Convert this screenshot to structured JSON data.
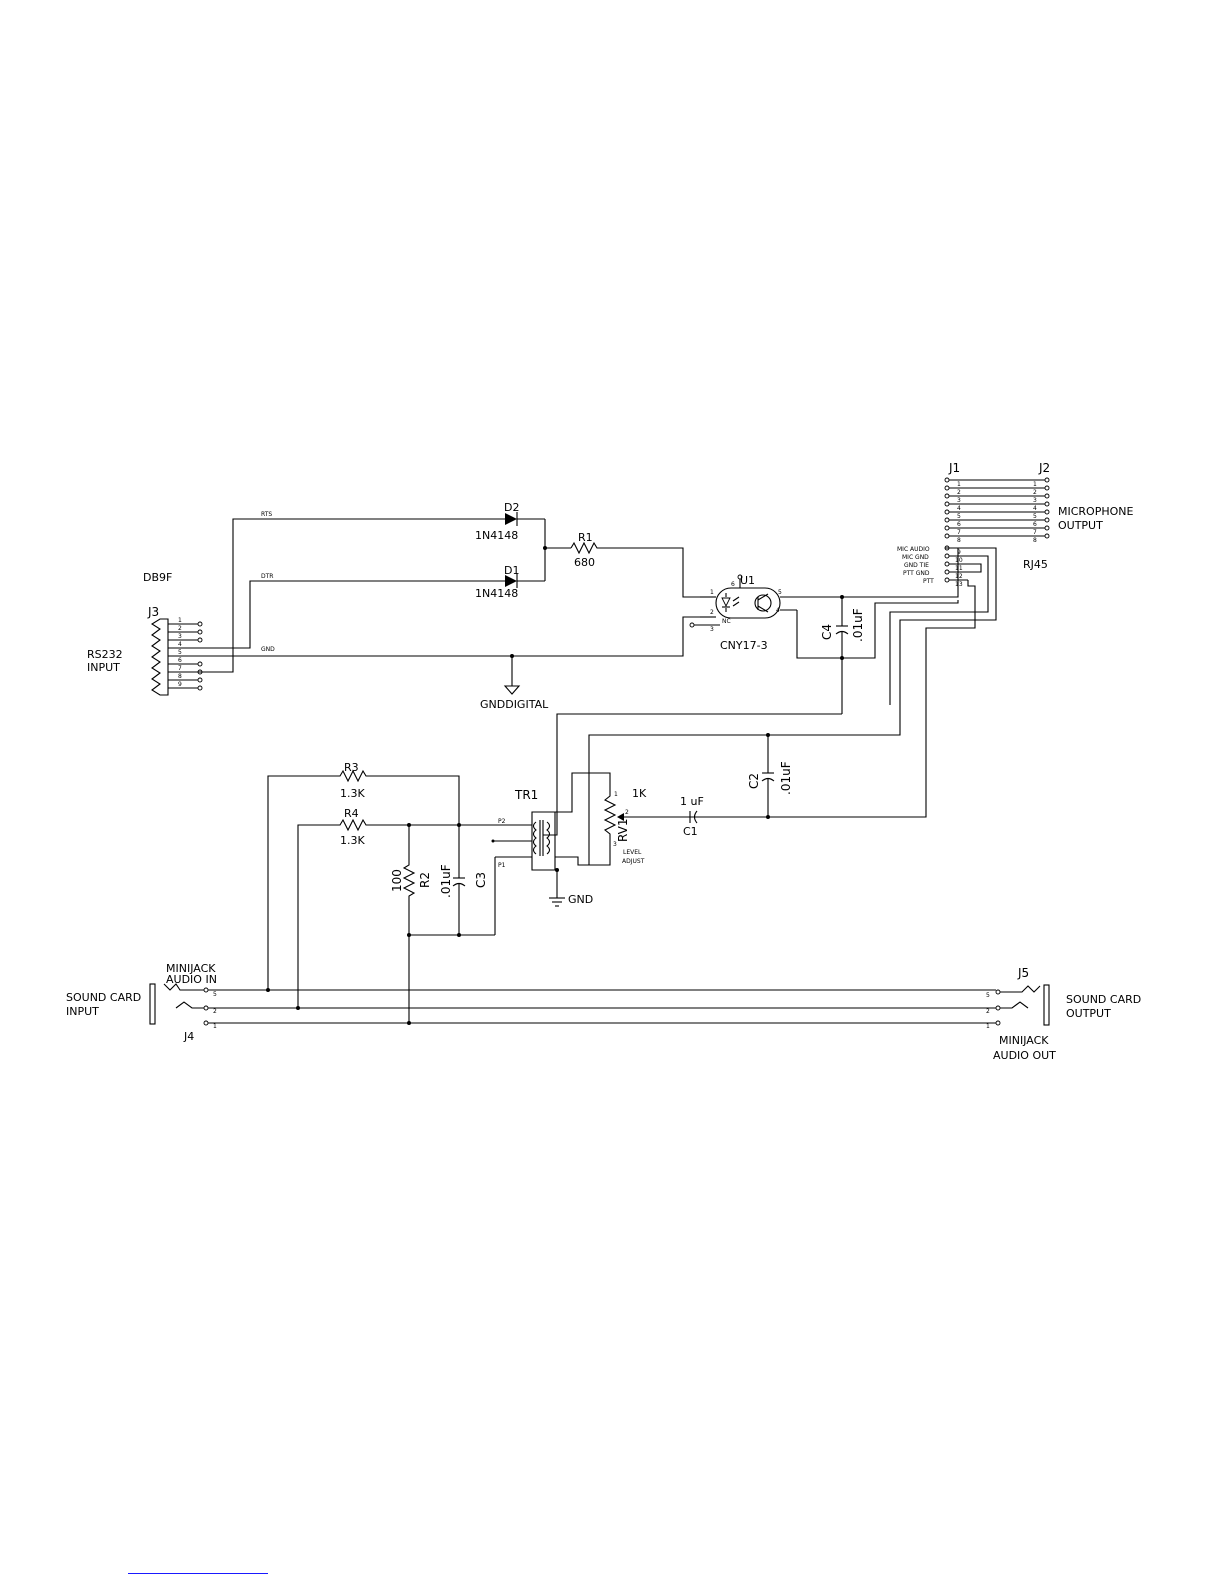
{
  "schematic": {
    "rs232": {
      "connector_type": "DB9F",
      "ref": "J3",
      "label_line1": "RS232",
      "label_line2": "INPUT",
      "pins": [
        "1",
        "2",
        "3",
        "4",
        "5",
        "6",
        "7",
        "8",
        "9"
      ],
      "signals": {
        "rts": "RTS",
        "dtr": "DTR",
        "gnd": "GND"
      }
    },
    "diodes": [
      {
        "ref": "D2",
        "value": "1N4148"
      },
      {
        "ref": "D1",
        "value": "1N4148"
      }
    ],
    "r1": {
      "ref": "R1",
      "value": "680"
    },
    "optocoupler": {
      "ref": "U1",
      "part": "CNY17-3",
      "pins": {
        "p1": "1",
        "p2": "2",
        "p3": "3",
        "p4": "4",
        "p5": "5",
        "p6": "6"
      },
      "nc": "NC"
    },
    "c4": {
      "ref": "C4",
      "value": ".01uF"
    },
    "gnd_digital": "GNDDIGITAL",
    "j1": {
      "ref": "J1"
    },
    "j2": {
      "ref": "J2"
    },
    "rj45_pins": [
      "1",
      "2",
      "3",
      "4",
      "5",
      "6",
      "7",
      "8"
    ],
    "j1_extra_pins": [
      "9",
      "10",
      "11",
      "12",
      "13"
    ],
    "mic_labels": [
      "MIC AUDIO",
      "MIC GND",
      "GND TIE",
      "PTT GND",
      "PTT"
    ],
    "mic_output_line1": "MICROPHONE",
    "mic_output_line2": "OUTPUT",
    "rj45_label": "RJ45",
    "r3": {
      "ref": "R3",
      "value": "1.3K"
    },
    "r4": {
      "ref": "R4",
      "value": "1.3K"
    },
    "r2": {
      "ref": "R2",
      "value": "100"
    },
    "c3": {
      "ref": "C3",
      "value": ".01uF"
    },
    "tr1": {
      "ref": "TR1",
      "p1": "P1",
      "p2": "P2"
    },
    "gnd": "GND",
    "rv1": {
      "ref": "RV1",
      "value": "1K",
      "pin1": "1",
      "pin2": "2",
      "pin3": "3",
      "label_line1": "LEVEL",
      "label_line2": "ADJUST"
    },
    "c1": {
      "ref": "C1",
      "value": "1 uF"
    },
    "c2": {
      "ref": "C2",
      "value": ".01uF"
    },
    "j4": {
      "ref": "J4",
      "top_line1": "MINIJACK",
      "top_line2": "AUDIO IN",
      "side_line1": "SOUND CARD",
      "side_line2": "INPUT",
      "pins": [
        "5",
        "2",
        "1"
      ]
    },
    "j5": {
      "ref": "J5",
      "bottom_line1": "MINIJACK",
      "bottom_line2": "AUDIO OUT",
      "side_line1": "SOUND CARD",
      "side_line2": "OUTPUT",
      "pins": [
        "5",
        "2",
        "1"
      ]
    }
  }
}
